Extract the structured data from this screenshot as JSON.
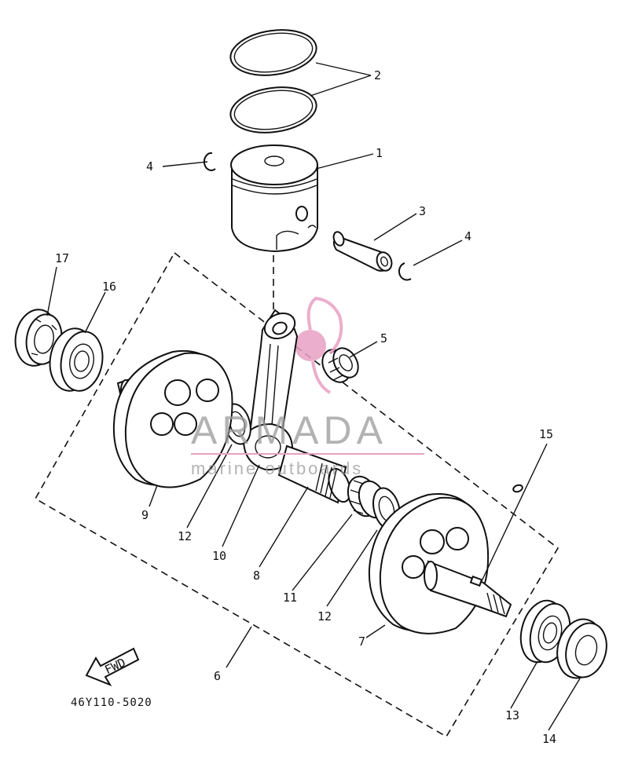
{
  "diagram": {
    "part_code": "46Y110-5020",
    "fwd_label": "FWD",
    "labels": [
      "1",
      "2",
      "3",
      "4",
      "4",
      "5",
      "6",
      "7",
      "8",
      "9",
      "10",
      "11",
      "12",
      "12",
      "13",
      "14",
      "15",
      "16",
      "17"
    ]
  },
  "watermark": {
    "brand": "ARMADA",
    "tagline": "marine outboards",
    "brand_color": "#9a9a9a",
    "logo_color": "#e8a0c4"
  }
}
